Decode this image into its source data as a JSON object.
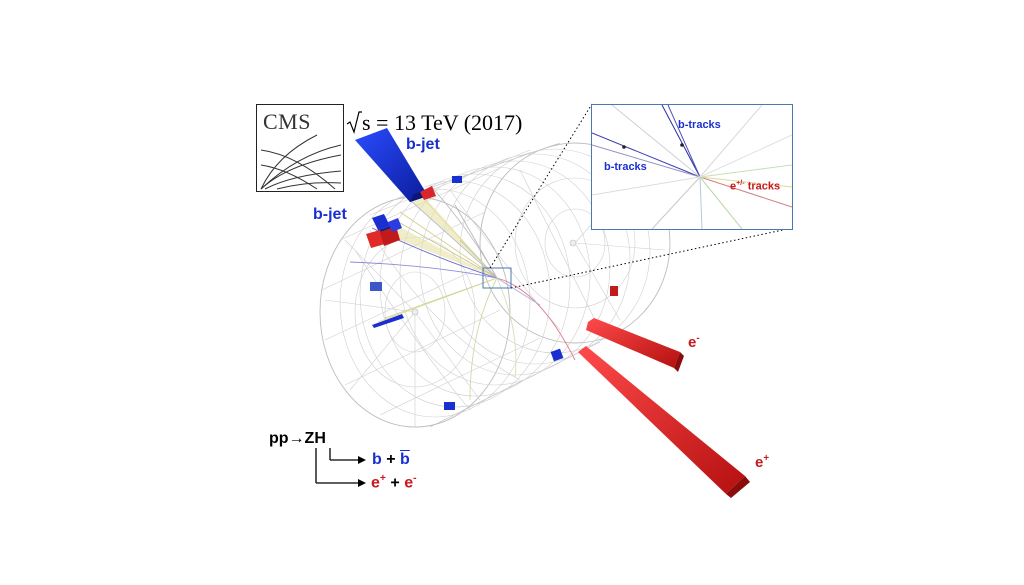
{
  "logo": {
    "text": "CMS"
  },
  "energy": {
    "label": "s = 13 TeV (2017)"
  },
  "labels": {
    "bjet_top": "b-jet",
    "bjet_left": "b-jet",
    "e_minus": "e",
    "e_minus_sup": "-",
    "e_plus": "e",
    "e_plus_sup": "+"
  },
  "inset": {
    "btracks_top": "b-tracks",
    "btracks_left": "b-tracks",
    "etracks": "e",
    "etracks_sup": "+/-",
    "etracks_suffix": " tracks"
  },
  "process": {
    "main": "pp→ZH",
    "decay1_b": "b",
    "decay1_plus": " + ",
    "decay1_bbar": "b",
    "decay2_e": "e",
    "decay2_e_sup": "+",
    "decay2_plus": " + ",
    "decay2_e2": "e",
    "decay2_e2_sup": "-"
  },
  "colors": {
    "blue": "#1a2fd0",
    "red": "#c8191e",
    "inset_border": "#4a78b0"
  }
}
